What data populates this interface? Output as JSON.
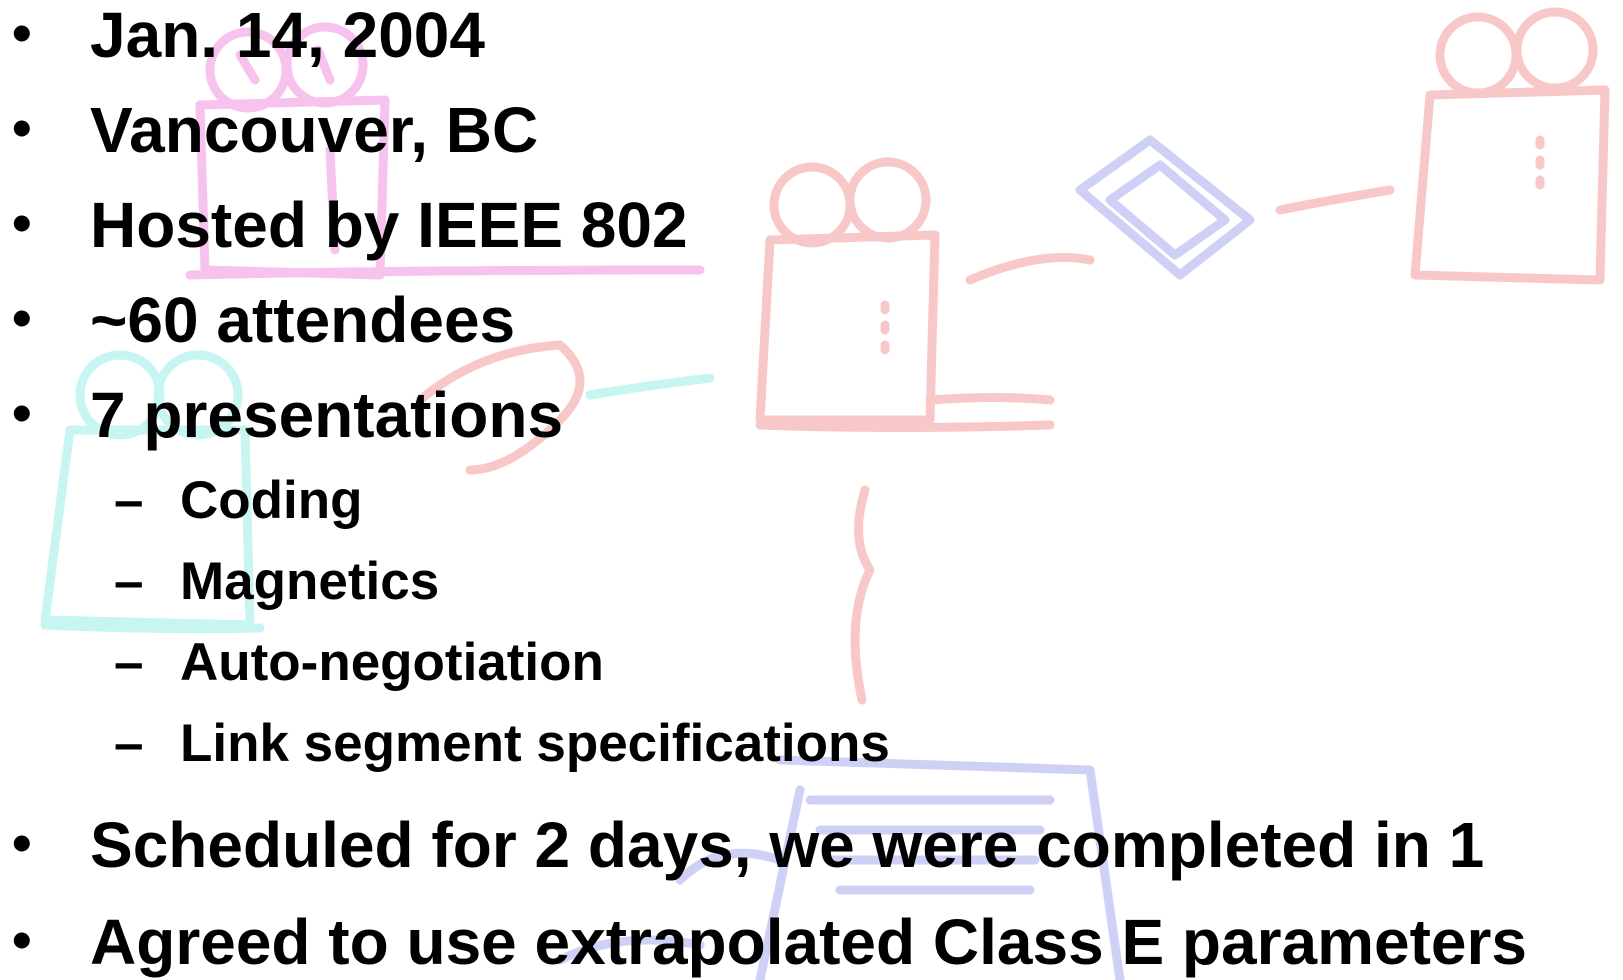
{
  "slide": {
    "bullets": [
      "Jan. 14, 2004",
      "Vancouver, BC",
      "Hosted by IEEE 802",
      "~60 attendees",
      "7 presentations"
    ],
    "marker_level1": "•",
    "marker_level2": "–",
    "sub_bullets": [
      "Coding",
      "Magnetics",
      "Auto-negotiation",
      "Link segment specifications"
    ],
    "bullets_after": [
      "Scheduled for 2 days, we were completed in 1",
      "Agreed to use extrapolated Class E parameters"
    ]
  },
  "colors": {
    "text": "#000000",
    "clipart_pink": "#f7c3ee",
    "clipart_red": "#f8c8c8",
    "clipart_cyan": "#c7f5f2",
    "clipart_blue": "#cfd0f6"
  }
}
